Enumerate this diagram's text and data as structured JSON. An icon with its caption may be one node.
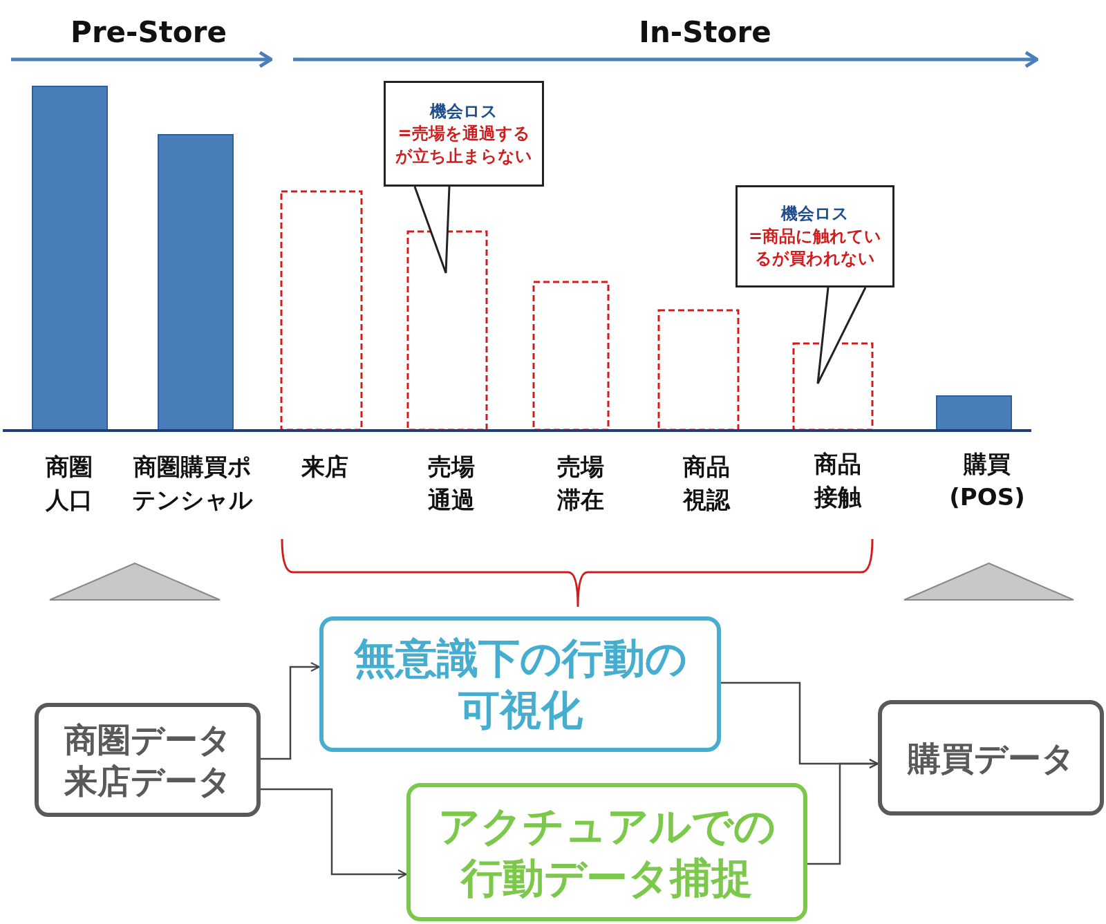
{
  "diagram": {
    "nodes": [
      {
        "text": [
          "機会ロス",
          "=売場を通過するが立ち止まらない"
        ]
      },
      {
        "text": [
          "機会ロス",
          "=商品に触れているが買われない"
        ]
      },
      {
        "text": [],
        "shape": "triangle"
      },
      {
        "text": [],
        "shape": "triangle"
      },
      {
        "text": [
          "商圏データ",
          "来店データ"
        ]
      },
      {
        "text": [
          "無意識下の行動の可視化"
        ]
      },
      {
        "text": [
          "アクチュアルでの行動データ捕捉"
        ]
      },
      {
        "text": [
          "購買データ"
        ]
      }
    ],
    "edges": [
      {
        "from": 4,
        "to": 5,
        "arrow": "to"
      },
      {
        "from": 4,
        "to": 6,
        "arrow": "to"
      },
      {
        "from": 5,
        "to": 7,
        "arrow": "to"
      },
      {
        "from": 6,
        "to": 7,
        "arrow": "to"
      }
    ],
    "labels": [
      "Pre-Store",
      "In-Store",
      "商圏人口",
      "商圏購買ポテンシャル",
      "来店",
      "売場通過",
      "売場滞在",
      "商品視認",
      "商品接触",
      "購買(POS)"
    ]
  }
}
